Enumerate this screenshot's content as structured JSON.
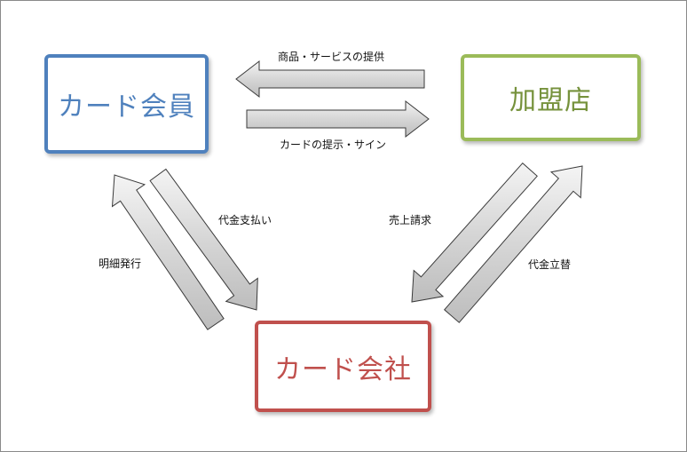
{
  "nodes": {
    "member": "カード会員",
    "merchant": "加盟店",
    "company": "カード会社"
  },
  "flows": {
    "goods_services": "商品・サービスの提供",
    "card_presentation": "カードの提示・サイン",
    "payment": "代金支払い",
    "statement": "明細発行",
    "sales_request": "売上請求",
    "advance_payment": "代金立替"
  },
  "colors": {
    "member": "#4f81bd",
    "merchant": "#9bbb59",
    "company": "#c0504d",
    "arrow_fill": "#d9d9d9",
    "arrow_stroke": "#3a3a3a"
  }
}
